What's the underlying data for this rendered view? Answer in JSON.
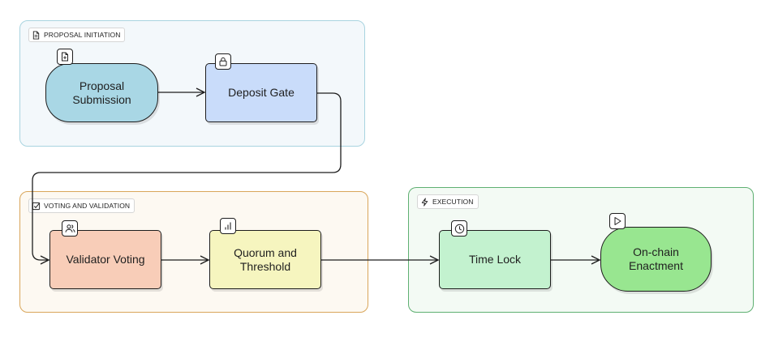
{
  "groups": {
    "proposal": {
      "label": "PROPOSAL INITIATION",
      "icon": "document-icon",
      "border_color": "#a9d4e0",
      "fill": "#f3f8fb"
    },
    "voting": {
      "label": "VOTING AND VALIDATION",
      "icon": "checkbox-icon",
      "border_color": "#d9a65a",
      "fill": "#fdf9f2"
    },
    "execution": {
      "label": "EXECUTION",
      "icon": "lightning-icon",
      "border_color": "#5fb072",
      "fill": "#f3faf4"
    }
  },
  "nodes": {
    "submission": {
      "label": "Proposal\nSubmission",
      "icon": "file-plus-icon",
      "fill": "#a9d7e5"
    },
    "deposit": {
      "label": "Deposit Gate",
      "icon": "lock-icon",
      "fill": "#c9dcfa"
    },
    "validator": {
      "label": "Validator Voting",
      "icon": "users-icon",
      "fill": "#f8cdb8"
    },
    "quorum": {
      "label": "Quorum and\nThreshold",
      "icon": "bar-chart-icon",
      "fill": "#f6f5bf"
    },
    "timelock": {
      "label": "Time Lock",
      "icon": "clock-icon",
      "fill": "#c3f2cf"
    },
    "enactment": {
      "label": "On-chain\nEnactment",
      "icon": "play-icon",
      "fill": "#98e690"
    }
  },
  "edges": [
    {
      "from": "Proposal Submission",
      "to": "Deposit Gate"
    },
    {
      "from": "Deposit Gate",
      "to": "Validator Voting"
    },
    {
      "from": "Validator Voting",
      "to": "Quorum and Threshold"
    },
    {
      "from": "Quorum and Threshold",
      "to": "Time Lock"
    },
    {
      "from": "Time Lock",
      "to": "On-chain Enactment"
    }
  ]
}
